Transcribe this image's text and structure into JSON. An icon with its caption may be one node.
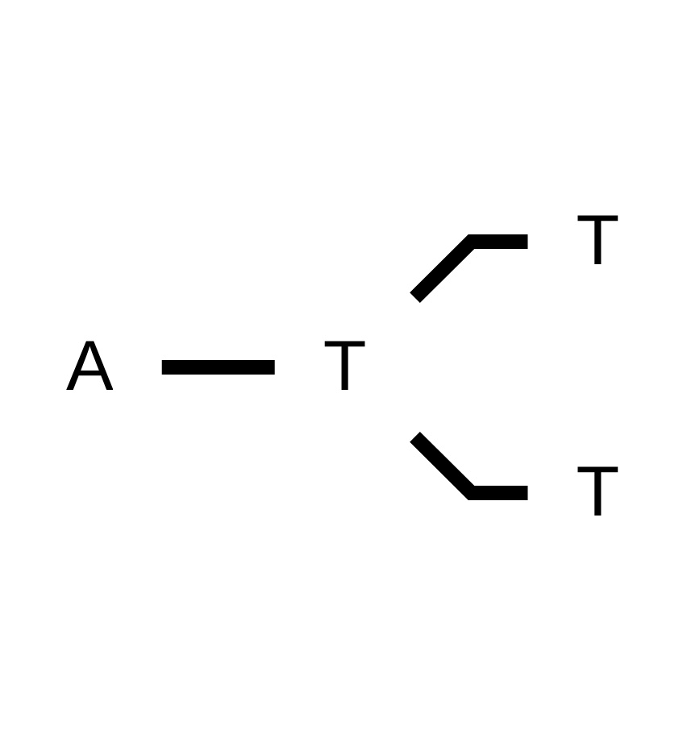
{
  "diagram": {
    "nodes": [
      {
        "text": [
          "A"
        ]
      },
      {
        "text": [
          "T"
        ]
      },
      {
        "text": [
          "T"
        ]
      },
      {
        "text": [
          "T"
        ]
      }
    ],
    "edges": [
      {
        "from": 0,
        "to": 2,
        "arrow": "none"
      },
      {
        "from": 2,
        "to": 1,
        "arrow": "none"
      },
      {
        "from": 2,
        "to": 3,
        "arrow": "none"
      }
    ]
  }
}
